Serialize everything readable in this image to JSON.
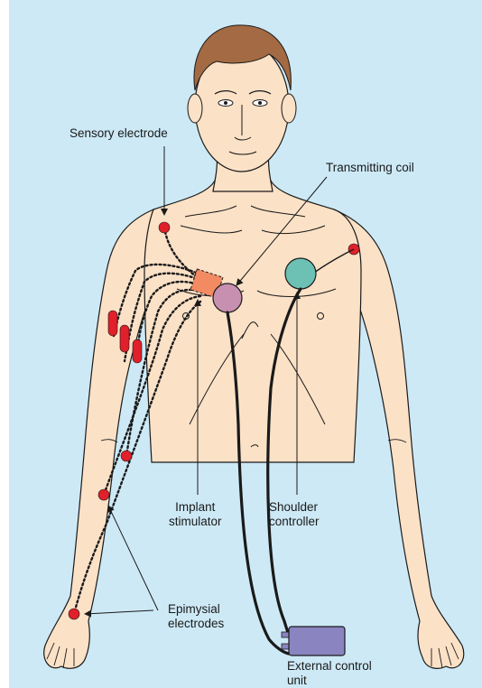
{
  "labels": {
    "sensory_electrode": "Sensory electrode",
    "transmitting_coil": "Transmitting coil",
    "implant_stimulator_line1": "Implant",
    "implant_stimulator_line2": "stimulator",
    "shoulder_controller_line1": "Shoulder",
    "shoulder_controller_line2": "controller",
    "epimysial_line1": "Epimysial",
    "epimysial_line2": "electrodes",
    "external_control_line1": "External control",
    "external_control_line2": "unit"
  },
  "colors": {
    "background_panel": "#cde9f6",
    "skin": "#fbe1c6",
    "hair": "#a36a43",
    "electrode_red": "#e0202a",
    "implant_orange": "#f28a62",
    "coil_purple": "#c890b0",
    "controller_teal": "#6cc0b4",
    "control_unit": "#8a84c0",
    "outline": "#1a1a1a"
  }
}
